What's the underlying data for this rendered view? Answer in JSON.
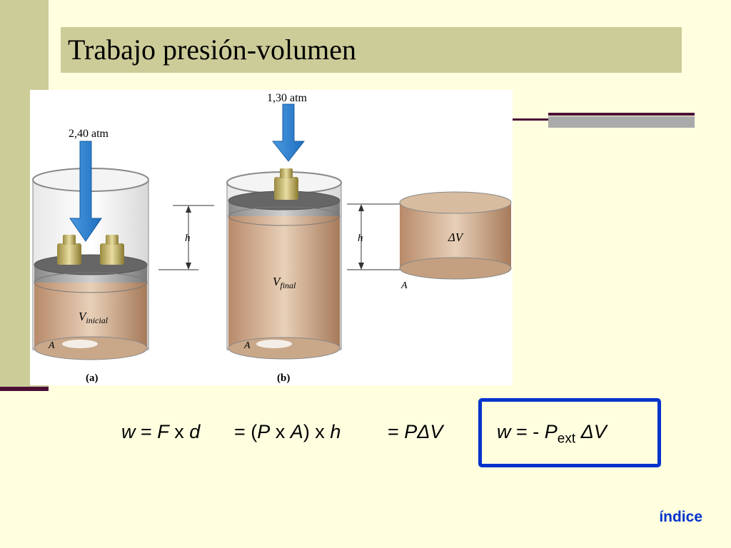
{
  "slide": {
    "title": "Trabajo presión-volumen",
    "index_link": "índice"
  },
  "figure": {
    "pressure_a": "2,40 atm",
    "pressure_b": "1,30 atm",
    "label_a": "(a)",
    "label_b": "(b)",
    "area_label": "A",
    "height_label": "h",
    "v_initial_main": "V",
    "v_initial_sub": "inicial",
    "v_final_main": "V",
    "v_final_sub": "final",
    "delta_v": "ΔV"
  },
  "equations": {
    "eq1_w": "w",
    "eq1_eq": " = ",
    "eq1_F": "F",
    "eq1_x": " x ",
    "eq1_d": "d",
    "eq2_eq": "= (",
    "eq2_P": "P",
    "eq2_x": " x ",
    "eq2_A": "A",
    "eq2_close": ") x ",
    "eq2_h": "h",
    "eq3_eq": "= ",
    "eq3_PdV": "PΔV",
    "box_w": "w",
    "box_eq": " = - ",
    "box_P": "P",
    "box_sub": "ext",
    "box_dV": " ΔV"
  }
}
